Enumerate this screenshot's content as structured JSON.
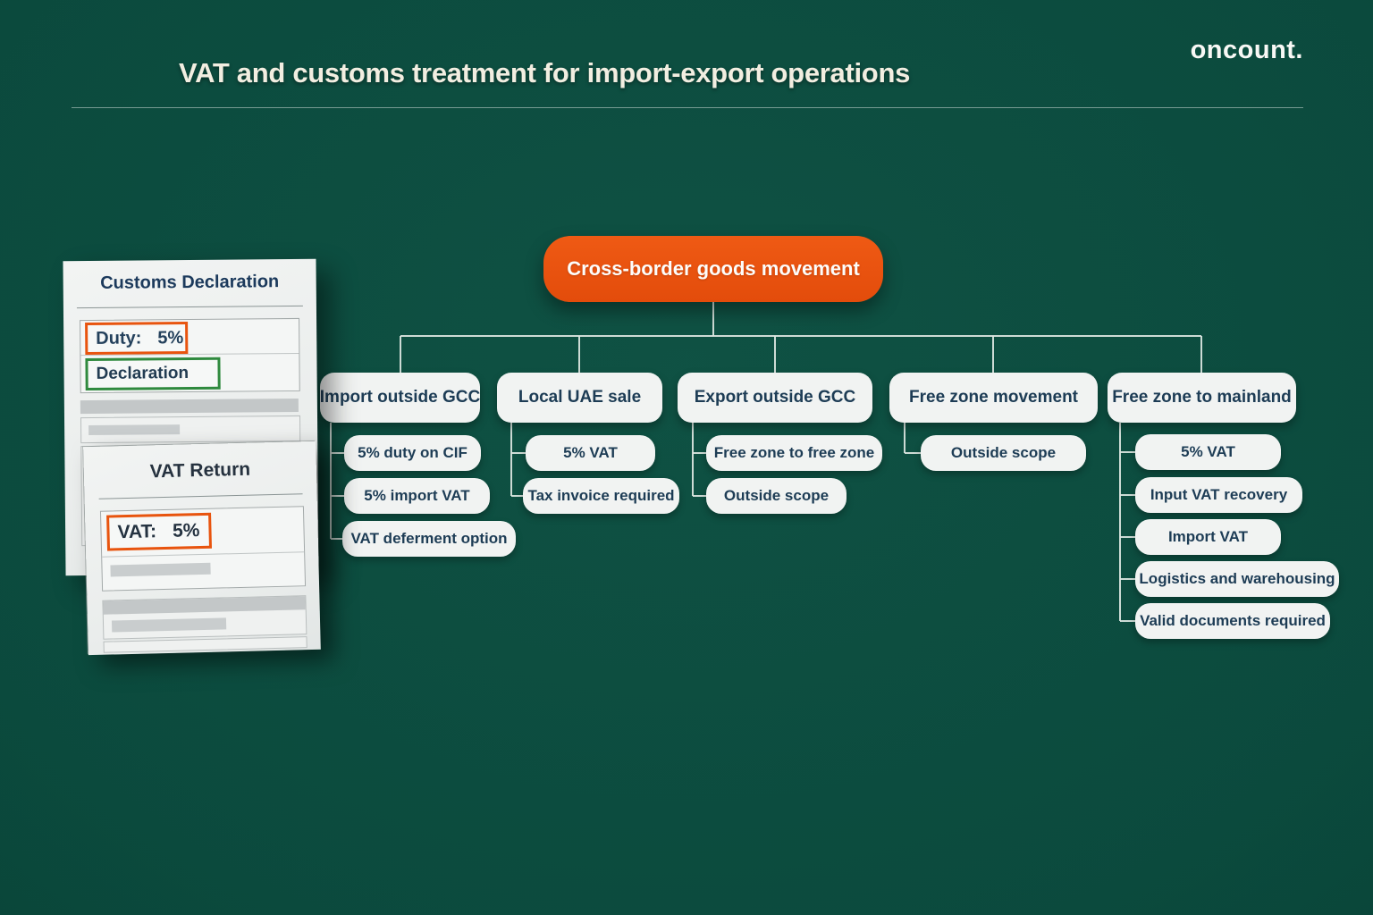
{
  "header": {
    "title": "VAT and customs treatment for import-export operations",
    "logo_text": "oncount."
  },
  "root_node": {
    "label": "Cross-border goods movement"
  },
  "branches": [
    {
      "label": "Import outside GCC",
      "children": [
        {
          "label": "5% duty on CIF"
        },
        {
          "label": "5% import VAT"
        },
        {
          "label": "VAT deferment option"
        }
      ]
    },
    {
      "label": "Local UAE sale",
      "children": [
        {
          "label": "5% VAT"
        },
        {
          "label": "Tax invoice required"
        }
      ]
    },
    {
      "label": "Export outside GCC",
      "children": [
        {
          "label": "Free zone to free zone"
        },
        {
          "label": "Outside scope"
        }
      ]
    },
    {
      "label": "Free zone movement",
      "children": [
        {
          "label": "Outside scope"
        }
      ]
    },
    {
      "label": "Free zone to mainland",
      "children": [
        {
          "label": "5% VAT"
        },
        {
          "label": "Input VAT recovery"
        },
        {
          "label": "Import VAT"
        },
        {
          "label": "Logistics and warehousing"
        },
        {
          "label": "Valid documents required"
        }
      ]
    }
  ],
  "documents": [
    {
      "title": "Customs Declaration",
      "fields": [
        {
          "label": "Duty:",
          "value": "5%",
          "highlight": "orange"
        },
        {
          "label": "Declaration",
          "value": "",
          "highlight": "green"
        }
      ]
    },
    {
      "title": "VAT Return",
      "fields": [
        {
          "label": "VAT:",
          "value": "5%",
          "highlight": "orange"
        }
      ]
    }
  ],
  "colors": {
    "background_green": "#0b4a3d",
    "accent_orange": "#e8500f",
    "node_text_navy": "#1d3c55",
    "highlight_green": "#2f8a3e",
    "paper": "#edefee"
  }
}
